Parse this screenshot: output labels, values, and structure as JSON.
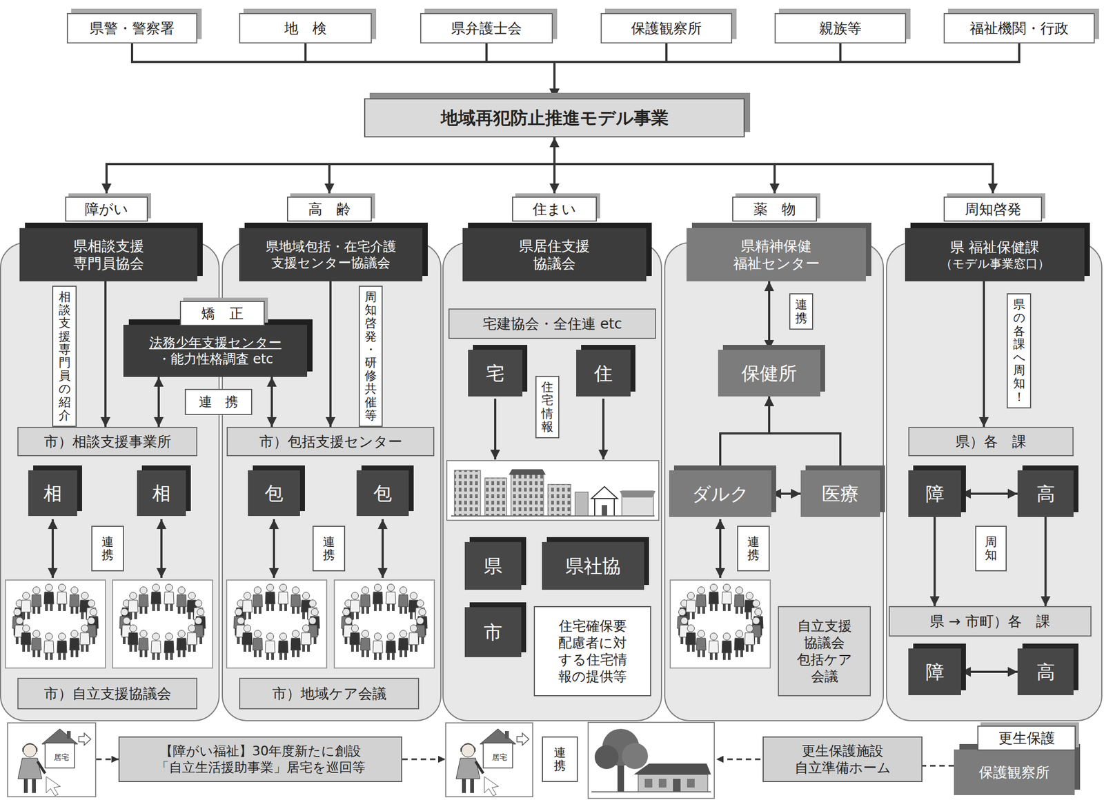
{
  "diagram": {
    "nodes": [
      {
        "text": [
          "県警・警察署"
        ]
      },
      {
        "text": [
          "地　検"
        ]
      },
      {
        "text": [
          "県弁護士会"
        ]
      },
      {
        "text": [
          "保護観察所"
        ]
      },
      {
        "text": [
          "親族等"
        ]
      },
      {
        "text": [
          "福祉機関・行政"
        ]
      },
      {
        "text": [
          "地域再犯防止推進モデル事業"
        ]
      },
      {
        "text": [
          "障がい"
        ]
      },
      {
        "text": [
          "県相談支援 専門員協会"
        ],
        "in": 7
      },
      {
        "text": [
          "相談支援専 門員の紹介"
        ],
        "in": 7
      },
      {
        "text": [
          "矯　正",
          "法務少年支援センター",
          "・能力性格調査 etc"
        ]
      },
      {
        "text": [
          "連　携"
        ]
      },
      {
        "text": [
          "市）相談支援事業所"
        ],
        "in": 7
      },
      {
        "text": [
          "相"
        ],
        "in": 7
      },
      {
        "text": [
          "相"
        ],
        "in": 7
      },
      {
        "text": [
          "連携"
        ],
        "in": 7
      },
      {
        "text": [
          "市）自立支援協議会"
        ],
        "in": 7
      },
      {
        "text": [
          "高　齢"
        ]
      },
      {
        "text": [
          "県地域包括・在宅介護 支援センター協議会"
        ],
        "in": 17
      },
      {
        "text": [
          "周知啓発・ 研修共催等"
        ],
        "in": 17
      },
      {
        "text": [
          "市）包括支援センター"
        ],
        "in": 17
      },
      {
        "text": [
          "包"
        ],
        "in": 17
      },
      {
        "text": [
          "包"
        ],
        "in": 17
      },
      {
        "text": [
          "連携"
        ],
        "in": 17
      },
      {
        "text": [
          "市）地域ケア会議"
        ],
        "in": 17
      },
      {
        "text": [
          "住まい"
        ]
      },
      {
        "text": [
          "県居住支援 協議会"
        ],
        "in": 25
      },
      {
        "text": [
          "宅建協会・全住連 etc"
        ],
        "in": 25
      },
      {
        "text": [
          "宅"
        ],
        "in": 25
      },
      {
        "text": [
          "住"
        ],
        "in": 25
      },
      {
        "text": [
          "住宅情報"
        ],
        "in": 25
      },
      {
        "text": [
          "県"
        ],
        "in": 25
      },
      {
        "text": [
          "県社協"
        ],
        "in": 25
      },
      {
        "text": [
          "市"
        ],
        "in": 25
      },
      {
        "text": [
          "住宅確保要 配慮者に対 する住宅情 報の提供等"
        ],
        "in": 25
      },
      {
        "text": [
          "薬　物"
        ]
      },
      {
        "text": [
          "県精神保健 福祉センター"
        ],
        "in": 35
      },
      {
        "text": [
          "連携"
        ],
        "in": 35
      },
      {
        "text": [
          "保健所"
        ],
        "in": 35
      },
      {
        "text": [
          "ダルク"
        ],
        "in": 35
      },
      {
        "text": [
          "医療"
        ],
        "in": 35
      },
      {
        "text": [
          "連携"
        ],
        "in": 35
      },
      {
        "text": [
          "自立支援 協議会 包括ケア 会議"
        ],
        "in": 35
      },
      {
        "text": [
          "周知啓発"
        ]
      },
      {
        "text": [
          "県 福祉保健課",
          "（モデル事業窓口）"
        ],
        "in": 43
      },
      {
        "text": [
          "県の各課 へ周知！"
        ],
        "in": 43
      },
      {
        "text": [
          "県）各　課"
        ],
        "in": 43
      },
      {
        "text": [
          "障"
        ],
        "in": 43
      },
      {
        "text": [
          "高"
        ],
        "in": 43
      },
      {
        "text": [
          "周知"
        ],
        "in": 43
      },
      {
        "text": [
          "県 → 市町）各　課"
        ],
        "in": 43
      },
      {
        "text": [
          "障"
        ],
        "in": 43
      },
      {
        "text": [
          "高"
        ],
        "in": 43
      },
      {
        "text": [
          "居宅"
        ]
      },
      {
        "text": [
          "【障がい福祉】30年度新たに創設 「自立生活援助事業」居宅を巡回等"
        ]
      },
      {
        "text": [
          "居宅"
        ]
      },
      {
        "text": [
          "連携"
        ]
      },
      {
        "text": [
          "更生保護施設 自立準備ホーム"
        ]
      },
      {
        "text": [
          "更生保護",
          "保護観察所"
        ]
      }
    ],
    "edges": [
      {
        "from": 0,
        "to": 6,
        "arrow": "to"
      },
      {
        "from": 1,
        "to": 6,
        "arrow": "to"
      },
      {
        "from": 2,
        "to": 6,
        "arrow": "to"
      },
      {
        "from": 3,
        "to": 6,
        "arrow": "to"
      },
      {
        "from": 4,
        "to": 6,
        "arrow": "to"
      },
      {
        "from": 5,
        "to": 6,
        "arrow": "to"
      },
      {
        "from": 6,
        "to": 7,
        "arrow": "to"
      },
      {
        "from": 6,
        "to": 17,
        "arrow": "to"
      },
      {
        "from": 6,
        "to": 25,
        "arrow": "both"
      },
      {
        "from": 6,
        "to": 35,
        "arrow": "to"
      },
      {
        "from": 6,
        "to": 43,
        "arrow": "to"
      },
      {
        "from": 8,
        "to": 12,
        "arrow": "to"
      },
      {
        "from": 10,
        "to": 12,
        "arrow": "both"
      },
      {
        "from": 10,
        "to": 20,
        "arrow": "both"
      },
      {
        "from": 18,
        "to": 20,
        "arrow": "to"
      },
      {
        "from": 36,
        "to": 38,
        "arrow": "both"
      },
      {
        "from": 39,
        "to": 38,
        "arrow": "to"
      },
      {
        "from": 40,
        "to": 38,
        "arrow": "to"
      },
      {
        "from": 39,
        "to": 40,
        "arrow": "both"
      },
      {
        "from": 44,
        "to": 46,
        "arrow": "to"
      },
      {
        "from": 47,
        "to": 48,
        "arrow": "both"
      },
      {
        "from": 47,
        "to": 50,
        "arrow": "to"
      },
      {
        "from": 48,
        "to": 50,
        "arrow": "to"
      },
      {
        "from": 51,
        "to": 52,
        "arrow": "both"
      },
      {
        "from": 53,
        "to": 54,
        "arrow": "to"
      },
      {
        "from": 54,
        "to": 55,
        "arrow": "to"
      },
      {
        "from": 58,
        "to": 57,
        "arrow": "none"
      }
    ]
  }
}
